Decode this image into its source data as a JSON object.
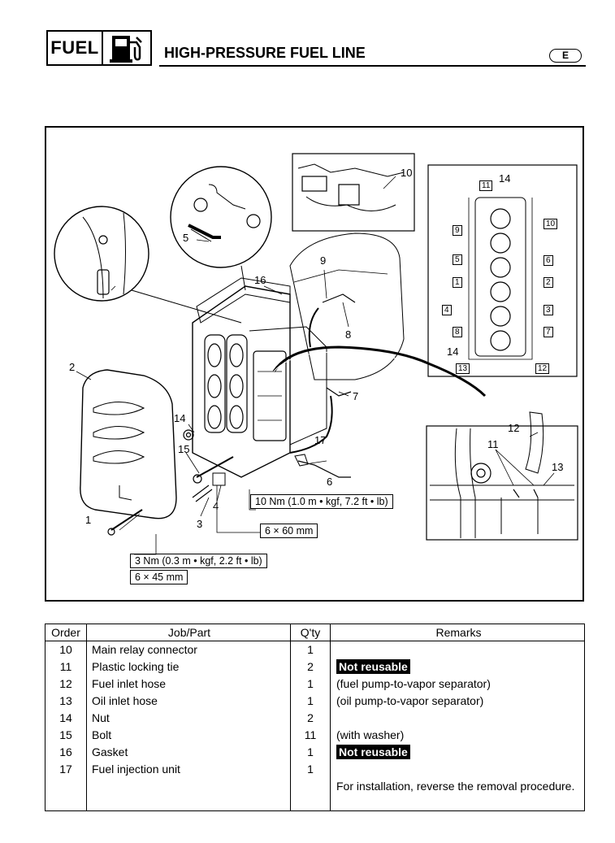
{
  "header": {
    "section": "FUEL",
    "title": "HIGH-PRESSURE FUEL LINE",
    "language": "E",
    "section_icon": "fuel-pump-icon"
  },
  "diagram": {
    "callouts": [
      "1",
      "2",
      "3",
      "4",
      "5",
      "6",
      "7",
      "8",
      "9",
      "10",
      "11",
      "12",
      "13",
      "14",
      "15",
      "16",
      "17"
    ],
    "inset_labels": [
      "14",
      "11",
      "9",
      "10",
      "5",
      "6",
      "1",
      "2",
      "4",
      "3",
      "8",
      "7",
      "14",
      "13",
      "12"
    ],
    "specs": {
      "torque_10nm": "10 Nm (1.0 m • kgf, 7.2 ft • lb)",
      "size_6x60": "6 × 60 mm",
      "torque_3nm": "3 Nm (0.3 m • kgf, 2.2 ft • lb)",
      "size_6x45": "6 × 45 mm"
    }
  },
  "table": {
    "headers": [
      "Order",
      "Job/Part",
      "Q'ty",
      "Remarks"
    ],
    "rows": [
      {
        "order": "10",
        "part": "Main relay connector",
        "qty": "1",
        "remark": "",
        "badge": ""
      },
      {
        "order": "11",
        "part": "Plastic locking tie",
        "qty": "2",
        "remark": "",
        "badge": "Not reusable"
      },
      {
        "order": "12",
        "part": "Fuel inlet hose",
        "qty": "1",
        "remark": "(fuel pump-to-vapor separator)",
        "badge": ""
      },
      {
        "order": "13",
        "part": "Oil inlet hose",
        "qty": "1",
        "remark": "(oil pump-to-vapor separator)",
        "badge": ""
      },
      {
        "order": "14",
        "part": "Nut",
        "qty": "2",
        "remark": "",
        "badge": ""
      },
      {
        "order": "15",
        "part": "Bolt",
        "qty": "11",
        "remark": "(with washer)",
        "badge": ""
      },
      {
        "order": "16",
        "part": "Gasket",
        "qty": "1",
        "remark": "",
        "badge": "Not reusable"
      },
      {
        "order": "17",
        "part": "Fuel injection unit",
        "qty": "1",
        "remark": "",
        "badge": ""
      }
    ],
    "footer_note": "For installation, reverse the removal procedure."
  }
}
